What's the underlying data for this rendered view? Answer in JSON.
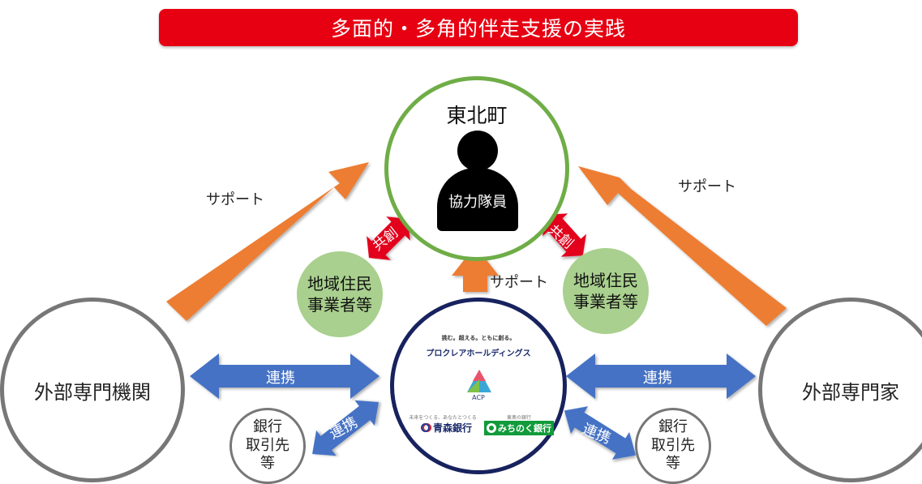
{
  "colors": {
    "banner": "#e60012",
    "support_arrow": "#ed7d31",
    "link_arrow": "#4472c4",
    "cocreate_arrow": "#e2001a",
    "town_ring": "#6fad47",
    "hub_ring": "#17225e",
    "gray_ring": "#777777",
    "resident_fill": "#a9d08e"
  },
  "title": "多面的・多角的伴走支援の実践",
  "town": {
    "name": "東北町",
    "member": "協力隊員",
    "icon": "person-icon"
  },
  "hub": {
    "slogan": "挑む。超える。ともに創る。",
    "company": "プロクレアホールディングス",
    "acp": "ACP",
    "bank1_tag": "未来をつくる、あなたとつくる",
    "bank1": "青森銀行",
    "bank2_tag": "東奥の銀行",
    "bank2": "みちのく銀行"
  },
  "external_org": "外部専門機関",
  "external_expert": "外部専門家",
  "bank_partners": "銀行\n取引先\n等",
  "residents": "地域住民\n事業者等",
  "labels": {
    "support": "サポート",
    "link": "連携",
    "cocreate": "共創"
  }
}
